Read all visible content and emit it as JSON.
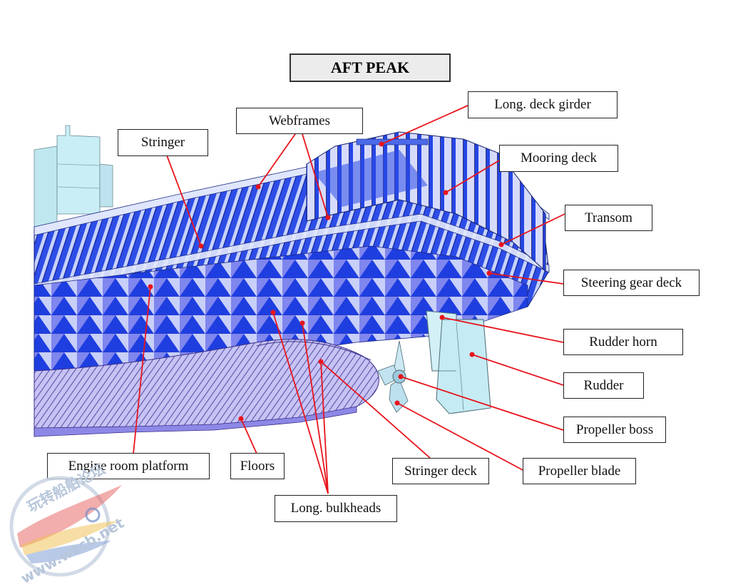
{
  "title": "AFT PEAK",
  "labels": {
    "long_deck_girder": "Long. deck girder",
    "webframes": "Webframes",
    "stringer": "Stringer",
    "mooring_deck": "Mooring deck",
    "transom": "Transom",
    "steering_gear_deck": "Steering gear deck",
    "rudder_horn": "Rudder horn",
    "rudder": "Rudder",
    "propeller_boss": "Propeller boss",
    "propeller_blade": "Propeller blade",
    "stringer_deck": "Stringer deck",
    "engine_room_platform": "Engine room platform",
    "floors": "Floors",
    "long_bulkheads": "Long. bulkheads"
  },
  "watermark": {
    "top_text": "玩转船舶论坛",
    "bottom_text": "www.wzcb.net"
  },
  "colors": {
    "leader_line": "#e8141c",
    "hull_blue": "#1f3fe0",
    "hull_light": "#aab8f4",
    "hull_lavender": "#9e9ff0",
    "superstructure": "#bfe7f0",
    "rudder": "#c7ecf5"
  }
}
